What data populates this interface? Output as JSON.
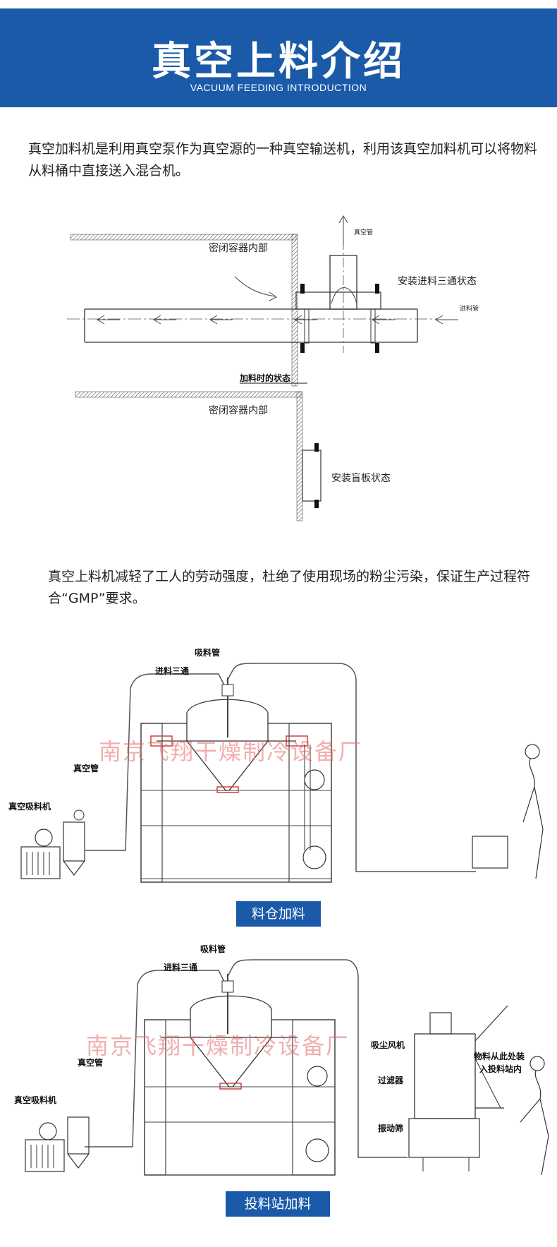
{
  "header": {
    "title": "真空上料介绍",
    "subtitle": "VACUUM FEEDING INTRODUCTION"
  },
  "intro": {
    "paragraph1": "真空加料机是利用真空泵作为真空源的一种真空输送机，利用该真空加料机可以将物料从料桶中直接送入混合机。",
    "paragraph2": "真空上料机减轻了工人的劳动强度，杜绝了使用现场的粉尘污染，保证生产过程符合“GMP”要求。"
  },
  "diagram1": {
    "labels": {
      "vacuum_pipe": "真空管",
      "container_inside": "密闭容器内部",
      "tee_state": "安装进料三通状态",
      "feed_pipe": "进料管",
      "feeding_state": "加料时的状态"
    }
  },
  "diagram2": {
    "labels": {
      "container_inside": "密闭容器内部",
      "blind_state": "安装盲板状态"
    }
  },
  "diagram3": {
    "labels": {
      "suction_pipe": "吸料管",
      "feed_tee": "进料三通",
      "vacuum_pipe": "真空管",
      "vacuum_loader": "真空吸料机"
    },
    "watermark": "南京飞翔干燥制冷设备厂",
    "caption": "料仓加料"
  },
  "diagram4": {
    "labels": {
      "suction_pipe": "吸料管",
      "feed_tee": "进料三通",
      "vacuum_pipe": "真空管",
      "vacuum_loader": "真空吸料机",
      "dust_fan": "吸尘风机",
      "filter": "过滤器",
      "vibrating_screen": "振动筛",
      "material_note_1": "物料从此处装",
      "material_note_2": "入投料站内"
    },
    "watermark": "南京飞翔干燥制冷设备厂",
    "caption": "投料站加料"
  },
  "colors": {
    "header_bg": "#1a5aa8",
    "badge_bg": "#1a5aa8",
    "watermark": "#e66e6e"
  }
}
